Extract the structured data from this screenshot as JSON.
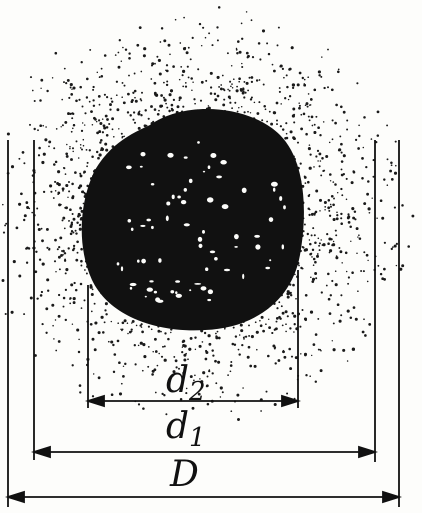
{
  "labels": {
    "inner_diameter": "d",
    "inner_subscript": "2",
    "middle_diameter": "d",
    "middle_subscript": "1",
    "outer_diameter": "D"
  },
  "colors": {
    "ink": "#111111",
    "paper": "#fdfdfb"
  }
}
